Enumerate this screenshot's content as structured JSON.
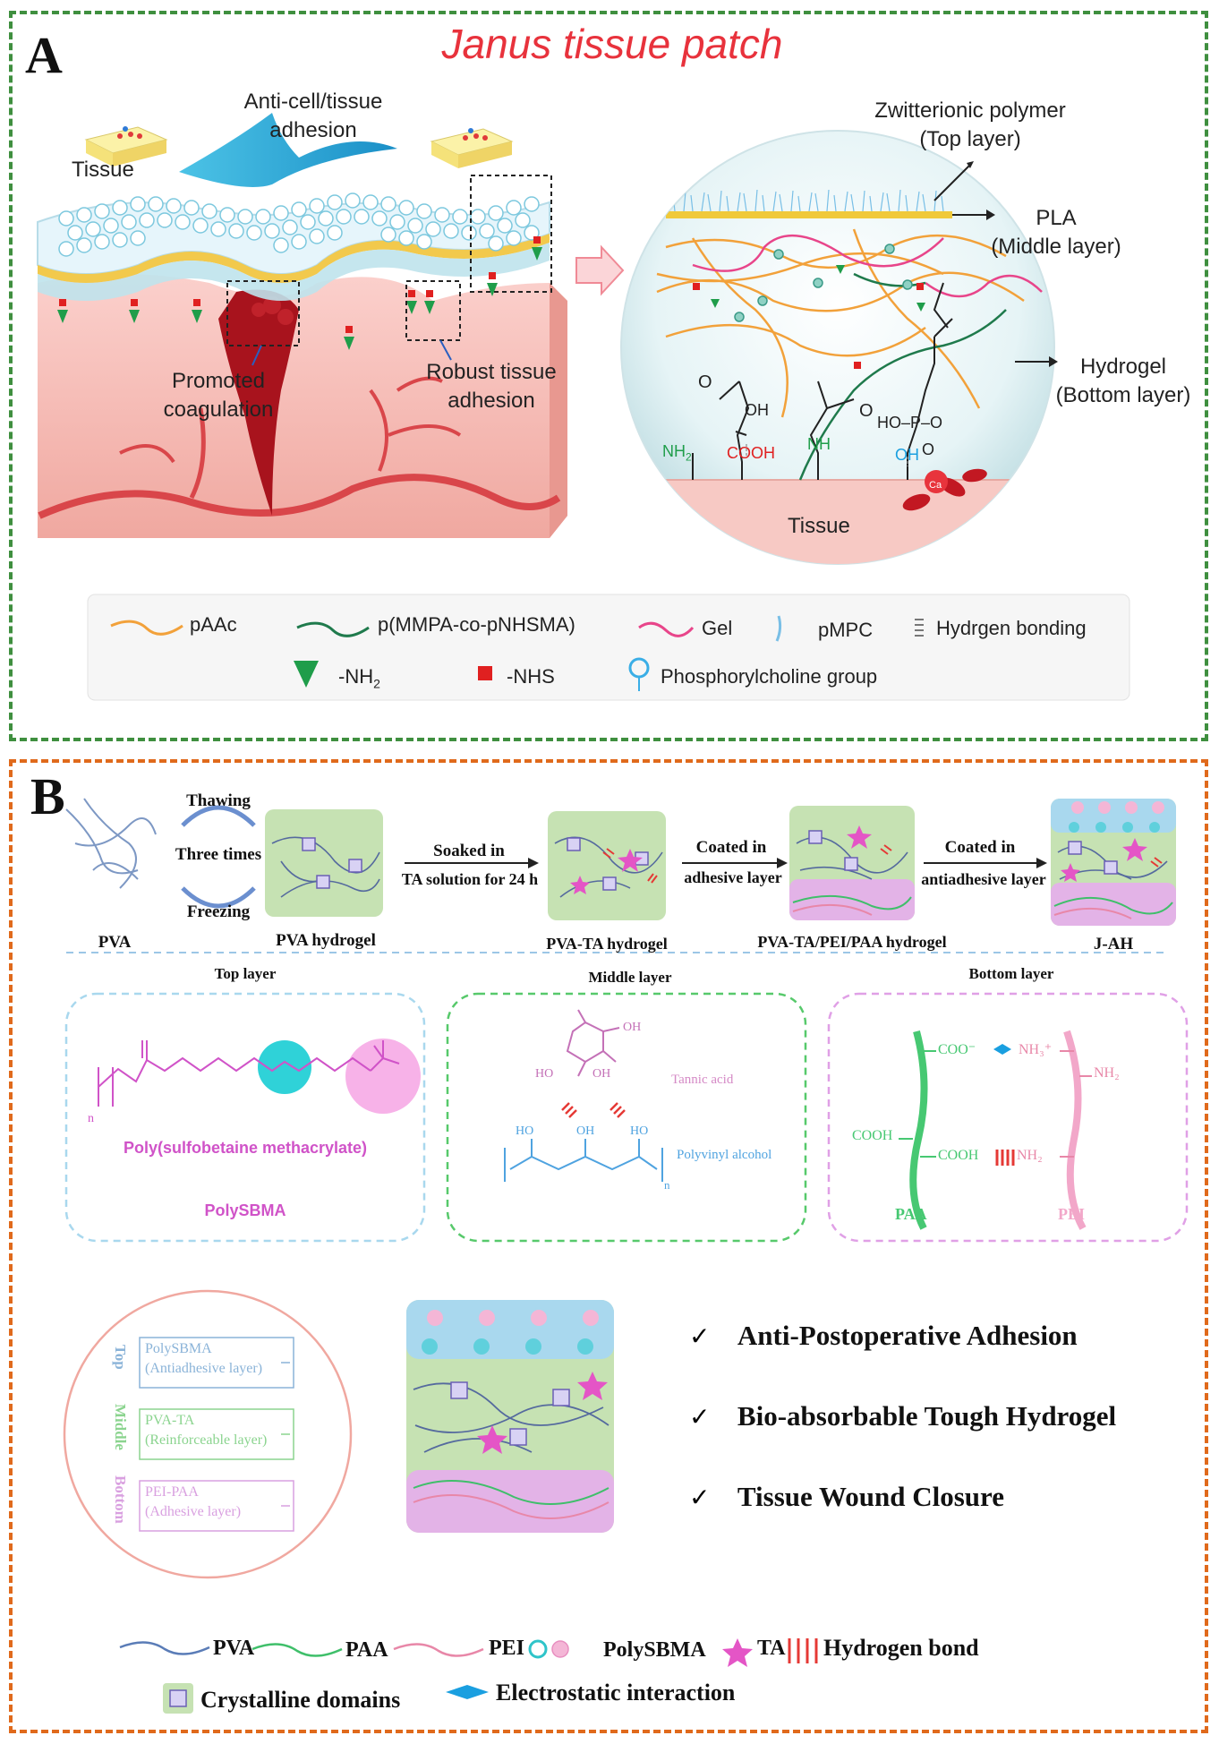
{
  "panel_a": {
    "letter": "A",
    "title": "Janus tissue patch",
    "anti_adhesion": [
      "Anti-cell/tissue",
      "adhesion"
    ],
    "tissue_left": "Tissue",
    "promoted": [
      "Promoted",
      "coagulation"
    ],
    "robust": [
      "Robust tissue",
      "adhesion"
    ],
    "zwitterionic": [
      "Zwitterionic polymer",
      "(Top layer)"
    ],
    "pla": [
      "PLA",
      "(Middle layer)"
    ],
    "hydrogel": [
      "Hydrogel",
      "(Bottom layer)"
    ],
    "tissue_right": "Tissue",
    "chem": {
      "nh2": "NH",
      "nh2_sub": "2",
      "cooh": "COOH",
      "nh": "NH",
      "oh_blue": "OH",
      "oh": "OH",
      "o1": "O",
      "o2": "O",
      "phos": "HO–P–O",
      "o_minus": "O",
      "ca": "Ca"
    },
    "legend": {
      "paac": "pAAc",
      "pmmpa": "p(MMPA-co-pNHSMA)",
      "gel": "Gel",
      "pmpc": "pMPC",
      "hbond": "Hydrgen bonding",
      "nh2": "-NH",
      "nh2_sub": "2",
      "nhs": "-NHS",
      "phosphoryl": "Phosphorylcholine group"
    }
  },
  "panel_b": {
    "letter": "B",
    "process": {
      "thawing": "Thawing",
      "three_times": "Three times",
      "freezing": "Freezing",
      "pva": "PVA",
      "pva_hydrogel": "PVA  hydrogel",
      "soaked": "Soaked in",
      "ta_solution": "TA solution for 24 h",
      "pva_ta": "PVA-TA hydrogel",
      "coated1": "Coated in",
      "adhesive_layer": "adhesive layer",
      "pva_ta_pei": "PVA-TA/PEI/PAA hydrogel",
      "coated2": "Coated in",
      "antiadhesive_layer": "antiadhesive layer",
      "jah": "J-AH"
    },
    "top_layer": {
      "heading": "Top layer",
      "polymer": "Poly(sulfobetaine methacrylate)",
      "short": "PolySBMA",
      "n": "n"
    },
    "middle_layer": {
      "heading": "Middle layer",
      "tannic": "Tannic acid",
      "pvoh": "Polyvinyl alcohol",
      "oh": "OH",
      "ho": "HO",
      "n": "n"
    },
    "bottom_layer": {
      "heading": "Bottom layer",
      "coo": "COO⁻",
      "nh3": "NH₃⁺",
      "nh2_top": "NH₂",
      "cooh_left": "COOH",
      "cooh_mid": "COOH",
      "nh2_mid": "NH₂",
      "paa": "PAA",
      "pei": "PEI"
    },
    "stack": {
      "top": "Top",
      "middle": "Middle",
      "bottom": "Bottom",
      "top_name": "PolySBMA",
      "top_desc": "(Antiadhesive layer)",
      "mid_name": "PVA-TA",
      "mid_desc": "(Reinforceable  layer)",
      "bot_name": "PEI-PAA",
      "bot_desc": "(Adhesive layer)"
    },
    "features": [
      "Anti-Postoperative Adhesion",
      "Bio-absorbable Tough Hydrogel",
      "Tissue Wound Closure"
    ],
    "check_mark": "✓",
    "legend": {
      "pva": "PVA",
      "paa": "PAA",
      "pei": "PEI",
      "polysbma": "PolySBMA",
      "ta": "TA",
      "hbond": "Hydrogen bond",
      "crystalline": "Crystalline domains",
      "electrostatic": "Electrostatic interaction"
    }
  }
}
